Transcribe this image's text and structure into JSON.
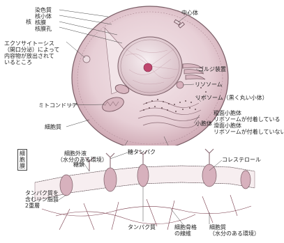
{
  "nucleus_group_label": "核",
  "nucleus_parts": [
    "染色質",
    "核小体",
    "核膜",
    "核膜孔"
  ],
  "centrosome": "中心体",
  "exocytosis": [
    "エクソサイトーシス",
    "（開口分泌）によって",
    "内容物が放出されて",
    "いるところ"
  ],
  "golgi": "ゴルジ装置",
  "lysosome": "リソソーム",
  "ribosome": "リボソーム（黒く丸い小体）",
  "mitochondria": "ミトコンドリア",
  "er_label": "小胞体",
  "er_types": [
    "粗面小胞体",
    "リボソームが付着している",
    "滑面小胞体",
    "リボソームが付着していない"
  ],
  "cytoplasm": "細胞質",
  "membrane_box": {
    "title": "細胞膜",
    "extracellular": [
      "細胞外液",
      "（水分のある環境）"
    ],
    "glycoprotein": "糖タンパク",
    "glycolipid": "糖鎖",
    "cholesterol": "コレステロール",
    "bilayer": [
      "タンパク質を",
      "含むリン脂質",
      "2重層"
    ],
    "protein": "タンパク質",
    "cytoskeleton": [
      "細胞骨格",
      "の線維"
    ],
    "cytoplasm_inner": [
      "細胞質",
      "（水分のある環境）"
    ]
  }
}
